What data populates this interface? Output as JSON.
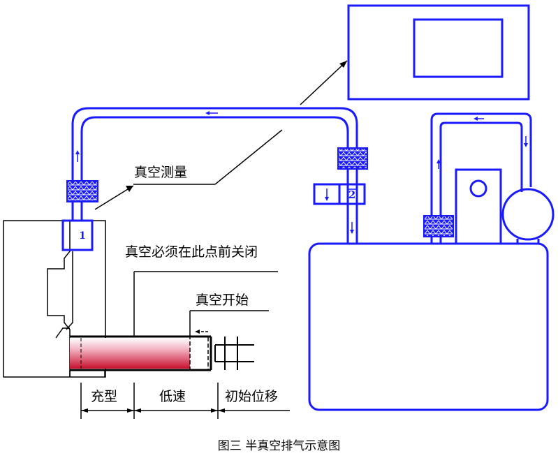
{
  "labels": {
    "vacuum_measure": "真空测量",
    "vacuum_close_before": "真空必须在此点前关闭",
    "vacuum_start": "真空开始",
    "fill": "充型",
    "low_speed": "低速",
    "initial_displacement": "初始位移"
  },
  "valves": {
    "valve_1": "1",
    "valve_2": "2"
  },
  "caption": "图三 半真空排气示意图",
  "colors": {
    "pipe": "#1a1aff",
    "line": "#000000",
    "melt": "#c8102e"
  }
}
